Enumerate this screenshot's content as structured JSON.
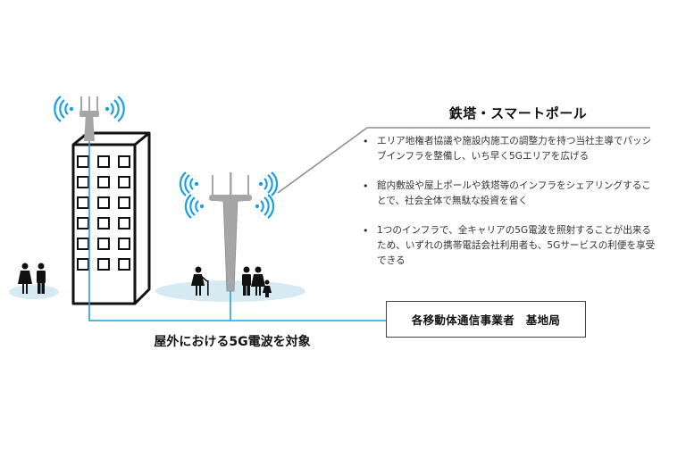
{
  "panel": {
    "title": "鉄塔・スマートポール",
    "bullets": [
      "エリア地権者協議や施設内施工の調整力を持つ当社主導でパッシブインフラを整備し、いち早く5Gエリアを広げる",
      "館内敷設や屋上ポールや鉄塔等のインフラをシェアリングすることで、社会全体で無駄な投資を省く",
      "1つのインフラで、全キャリアの5G電波を照射することが出来るため、いずれの携帯電話会社利用者も、5Gサービスの利便を享受できる"
    ]
  },
  "base_station_box": {
    "label": "各移動体通信事業者　基地局"
  },
  "caption": "屋外における5G電波を対象",
  "diagram": {
    "building_windows": {
      "rows": 6,
      "cols": 3
    },
    "icons": [
      "antenna-icon",
      "signal-wave-icon",
      "building-icon",
      "tower-icon",
      "couple-icon",
      "elderly-person-icon",
      "family-icon"
    ]
  },
  "colors": {
    "signal": "#1ba1e2",
    "cable": "#1ba1e2",
    "coverage": "#d6eaf3",
    "tower": "#a6a6a6",
    "outline": "#111111",
    "callout_line": "#8c8c8c"
  }
}
